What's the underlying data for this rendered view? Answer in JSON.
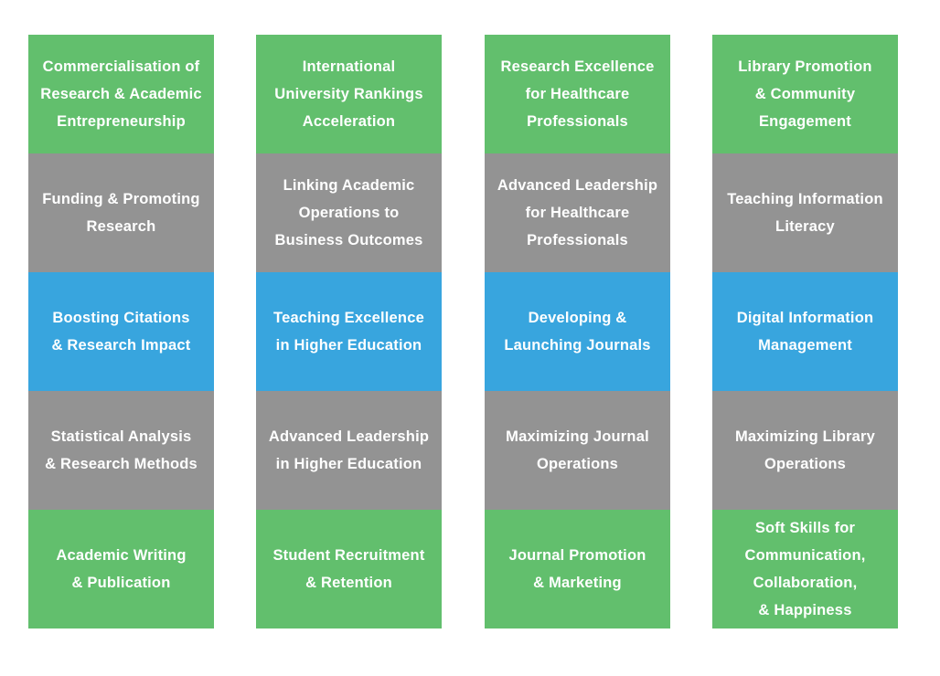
{
  "colors": {
    "green": "#62bf6d",
    "gray": "#939393",
    "blue": "#38a5de",
    "text": "#ffffff"
  },
  "columns": [
    {
      "tiles": [
        {
          "label": "Commercialisation of\nResearch & Academic\nEntrepreneurship",
          "color": "green"
        },
        {
          "label": "Funding & Promoting\nResearch",
          "color": "gray"
        },
        {
          "label": "Boosting Citations\n& Research Impact",
          "color": "blue"
        },
        {
          "label": "Statistical Analysis\n& Research Methods",
          "color": "gray"
        },
        {
          "label": "Academic Writing\n& Publication",
          "color": "green"
        }
      ]
    },
    {
      "tiles": [
        {
          "label": "International\nUniversity Rankings\nAcceleration",
          "color": "green"
        },
        {
          "label": "Linking Academic\nOperations to\nBusiness Outcomes",
          "color": "gray"
        },
        {
          "label": "Teaching Excellence\nin Higher Education",
          "color": "blue"
        },
        {
          "label": "Advanced Leadership\nin Higher Education",
          "color": "gray"
        },
        {
          "label": "Student Recruitment\n& Retention",
          "color": "green"
        }
      ]
    },
    {
      "tiles": [
        {
          "label": "Research Excellence\nfor Healthcare\nProfessionals",
          "color": "green"
        },
        {
          "label": "Advanced Leadership\nfor Healthcare\nProfessionals",
          "color": "gray"
        },
        {
          "label": "Developing &\nLaunching Journals",
          "color": "blue"
        },
        {
          "label": "Maximizing Journal\nOperations",
          "color": "gray"
        },
        {
          "label": "Journal Promotion\n& Marketing",
          "color": "green"
        }
      ]
    },
    {
      "tiles": [
        {
          "label": "Library Promotion\n& Community\nEngagement",
          "color": "green"
        },
        {
          "label": "Teaching Information\nLiteracy",
          "color": "gray"
        },
        {
          "label": "Digital Information\nManagement",
          "color": "blue"
        },
        {
          "label": "Maximizing Library\nOperations",
          "color": "gray"
        },
        {
          "label": "Soft Skills for\nCommunication,\nCollaboration,\n& Happiness",
          "color": "green"
        }
      ]
    }
  ]
}
